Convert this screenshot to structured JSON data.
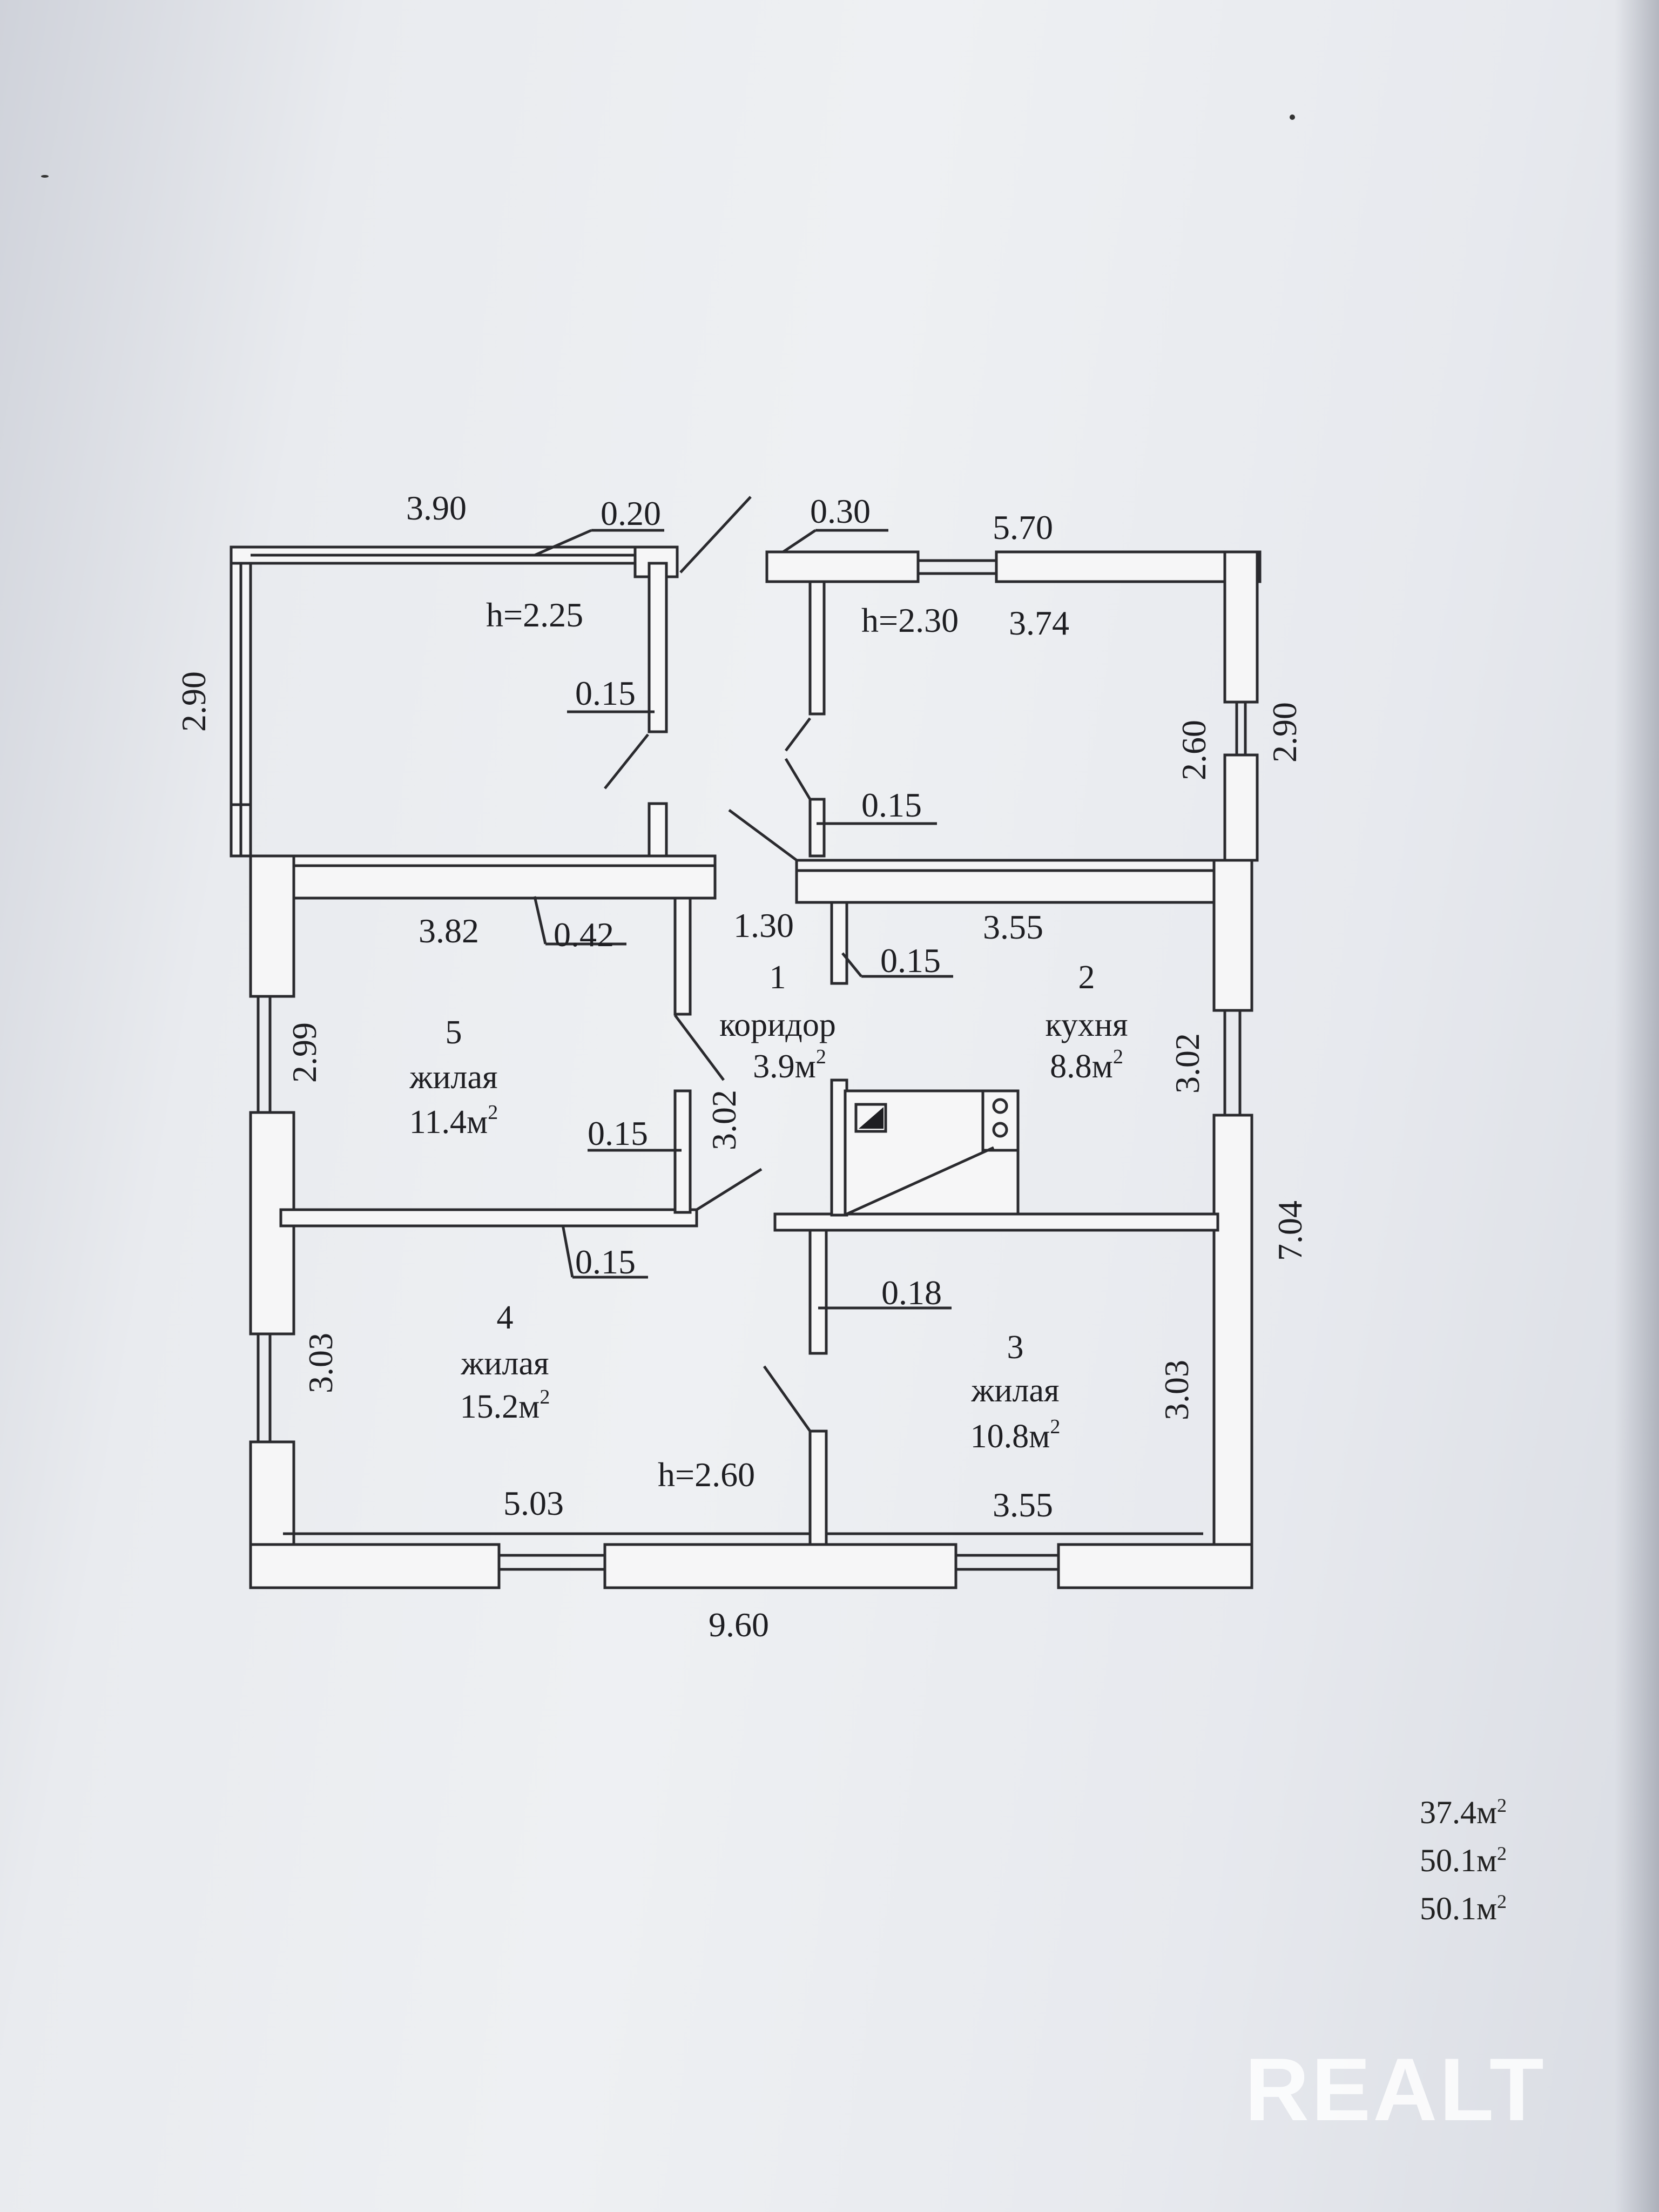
{
  "plan": {
    "dimensions": {
      "top_left_width": "3.90",
      "top_left_wall": "0.20",
      "top_right_wall": "0.30",
      "top_right_width": "5.70",
      "left_height": "2.90",
      "right_height": "2.90",
      "veranda_left_h": "h=2.25",
      "veranda_right_h": "h=2.30",
      "veranda_right_inner": "3.74",
      "veranda_left_partition": "0.15",
      "veranda_right_partition": "0.15",
      "veranda_right_inner_h": "2.60",
      "corridor_width": "1.30",
      "room5_width": "3.82",
      "room5_wall": "0.42",
      "room5_height": "2.99",
      "room5_partition": "0.15",
      "corridor_height": "3.02",
      "kitchen_partition": "0.15",
      "kitchen_width": "3.55",
      "kitchen_height": "3.02",
      "total_depth": "7.04",
      "room4_top_wall": "0.15",
      "room3_partition": "0.18",
      "room4_height": "3.03",
      "room3_height": "3.03",
      "room4_width": "5.03",
      "room3_width": "3.55",
      "house_h": "h=2.60",
      "total_width": "9.60"
    },
    "rooms": {
      "r1": {
        "num": "1",
        "name": "коридор",
        "area": "3.9м"
      },
      "r2": {
        "num": "2",
        "name": "кухня",
        "area": "8.8м"
      },
      "r3": {
        "num": "3",
        "name": "жилая",
        "area": "10.8м"
      },
      "r4": {
        "num": "4",
        "name": "жилая",
        "area": "15.2м"
      },
      "r5": {
        "num": "5",
        "name": "жилая",
        "area": "11.4м"
      }
    },
    "sq": "2"
  },
  "totals": {
    "living": "37.4м",
    "total": "50.1м",
    "overall": "50.1м",
    "sq": "2"
  },
  "watermark": "REALT"
}
